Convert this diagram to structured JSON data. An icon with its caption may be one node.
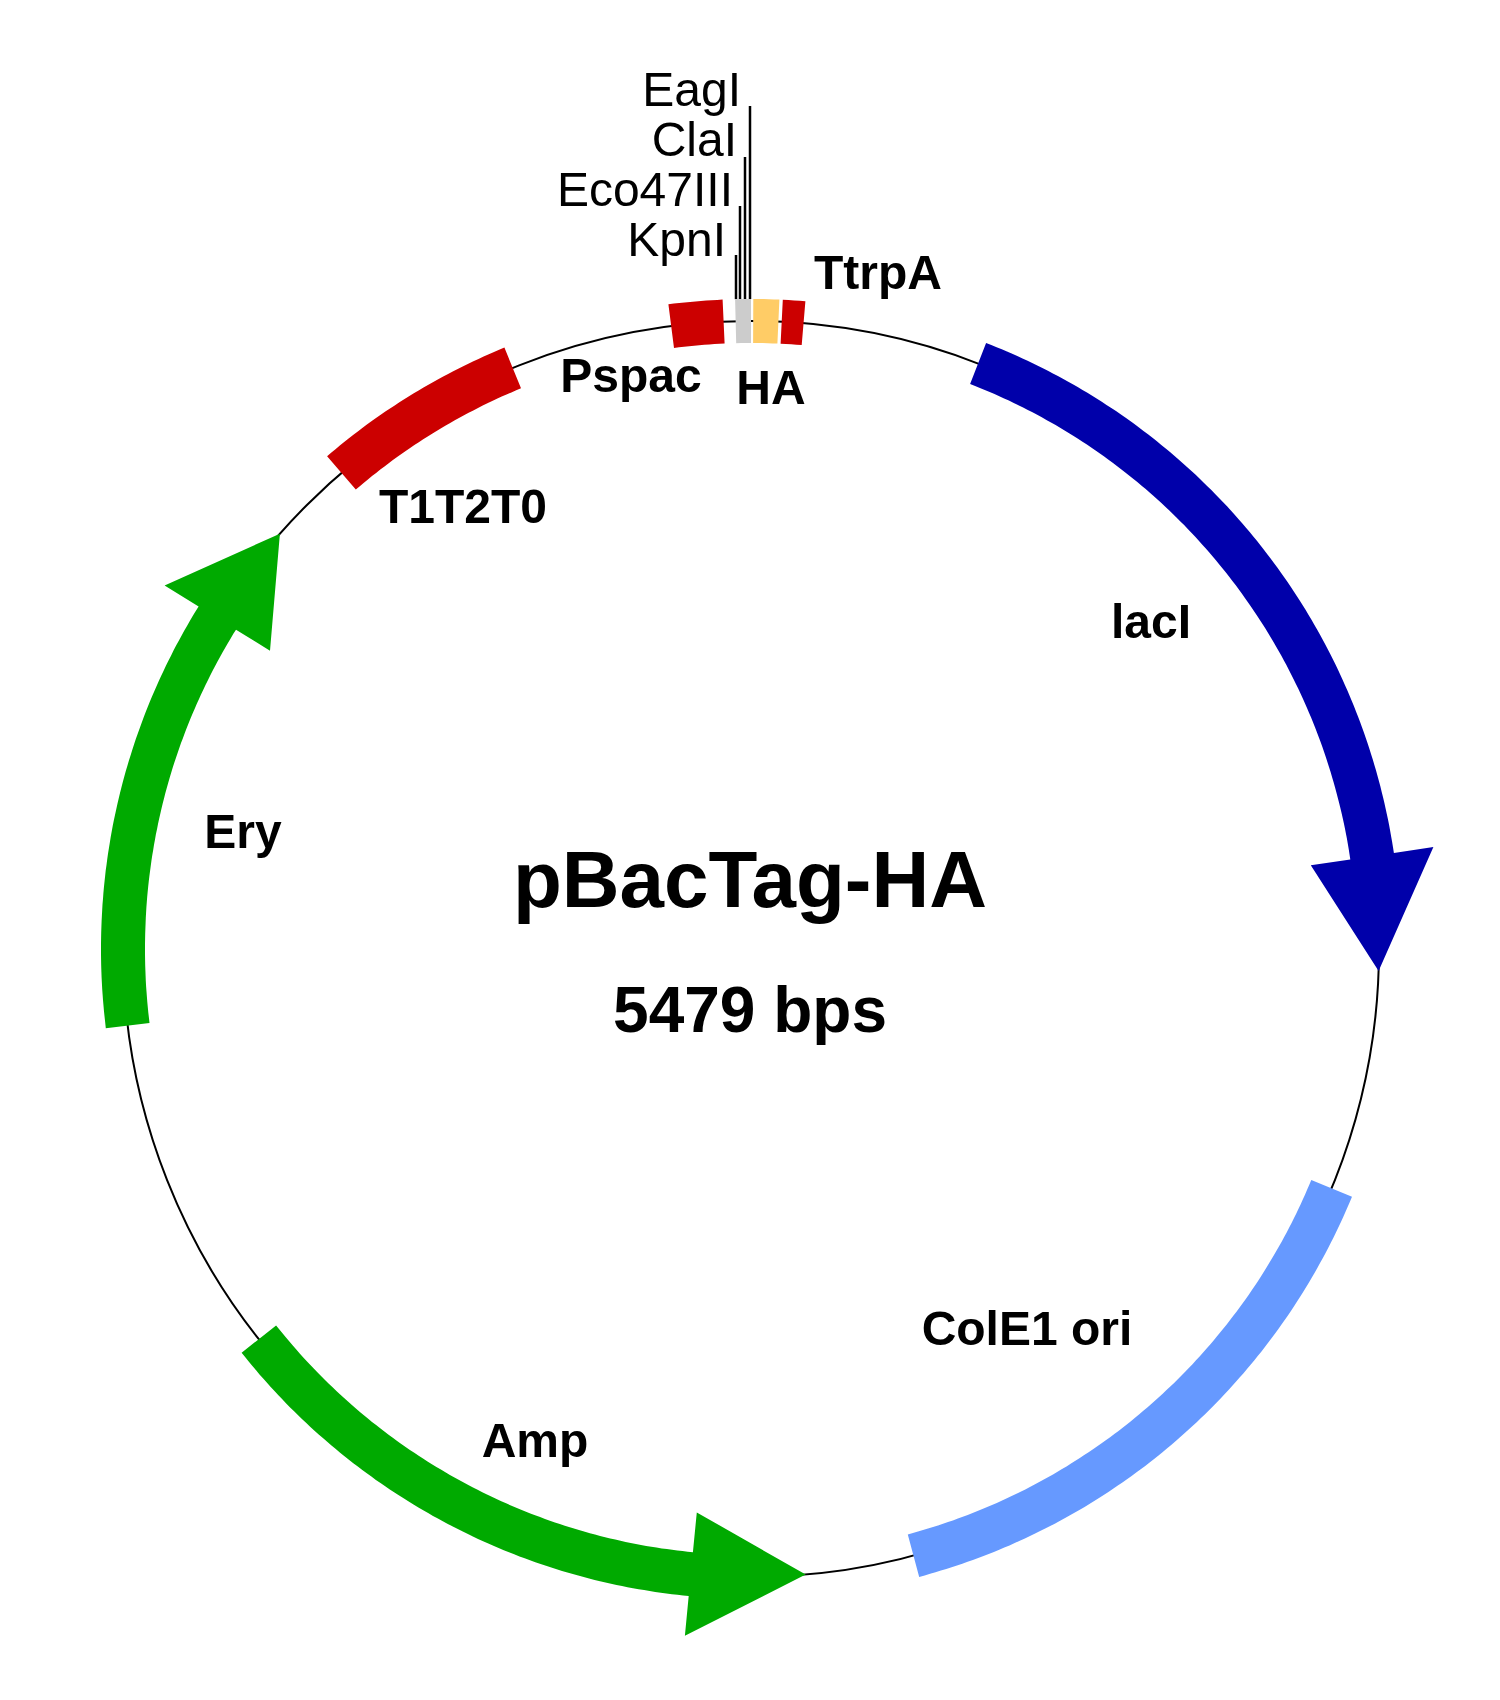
{
  "diagram": {
    "title": "pBacTag-HA",
    "nodes": [
      {
        "text": [
          "EagI"
        ]
      },
      {
        "text": [
          "ClaI"
        ]
      },
      {
        "text": [
          "Eco47III"
        ]
      },
      {
        "text": [
          "KpnI"
        ]
      },
      {
        "text": [
          "TtrpA"
        ]
      },
      {
        "text": [
          "Pspac"
        ]
      },
      {
        "text": [],
        "shape": "box"
      },
      {
        "text": [
          "HA"
        ]
      },
      {
        "text": [
          "T1T2T0"
        ]
      },
      {
        "text": [
          "lacI"
        ]
      },
      {
        "text": [
          "Ery"
        ]
      },
      {
        "text": [
          "ColE1 ori"
        ]
      },
      {
        "text": [
          "Amp"
        ]
      }
    ],
    "edges": [
      {
        "from": 0,
        "to": 6,
        "arrow": "none"
      },
      {
        "from": 1,
        "to": 6,
        "arrow": "none"
      },
      {
        "from": 2,
        "to": 6,
        "arrow": "none"
      },
      {
        "from": 3,
        "to": 6,
        "arrow": "none"
      }
    ],
    "labels": [
      "5479 bps"
    ]
  }
}
